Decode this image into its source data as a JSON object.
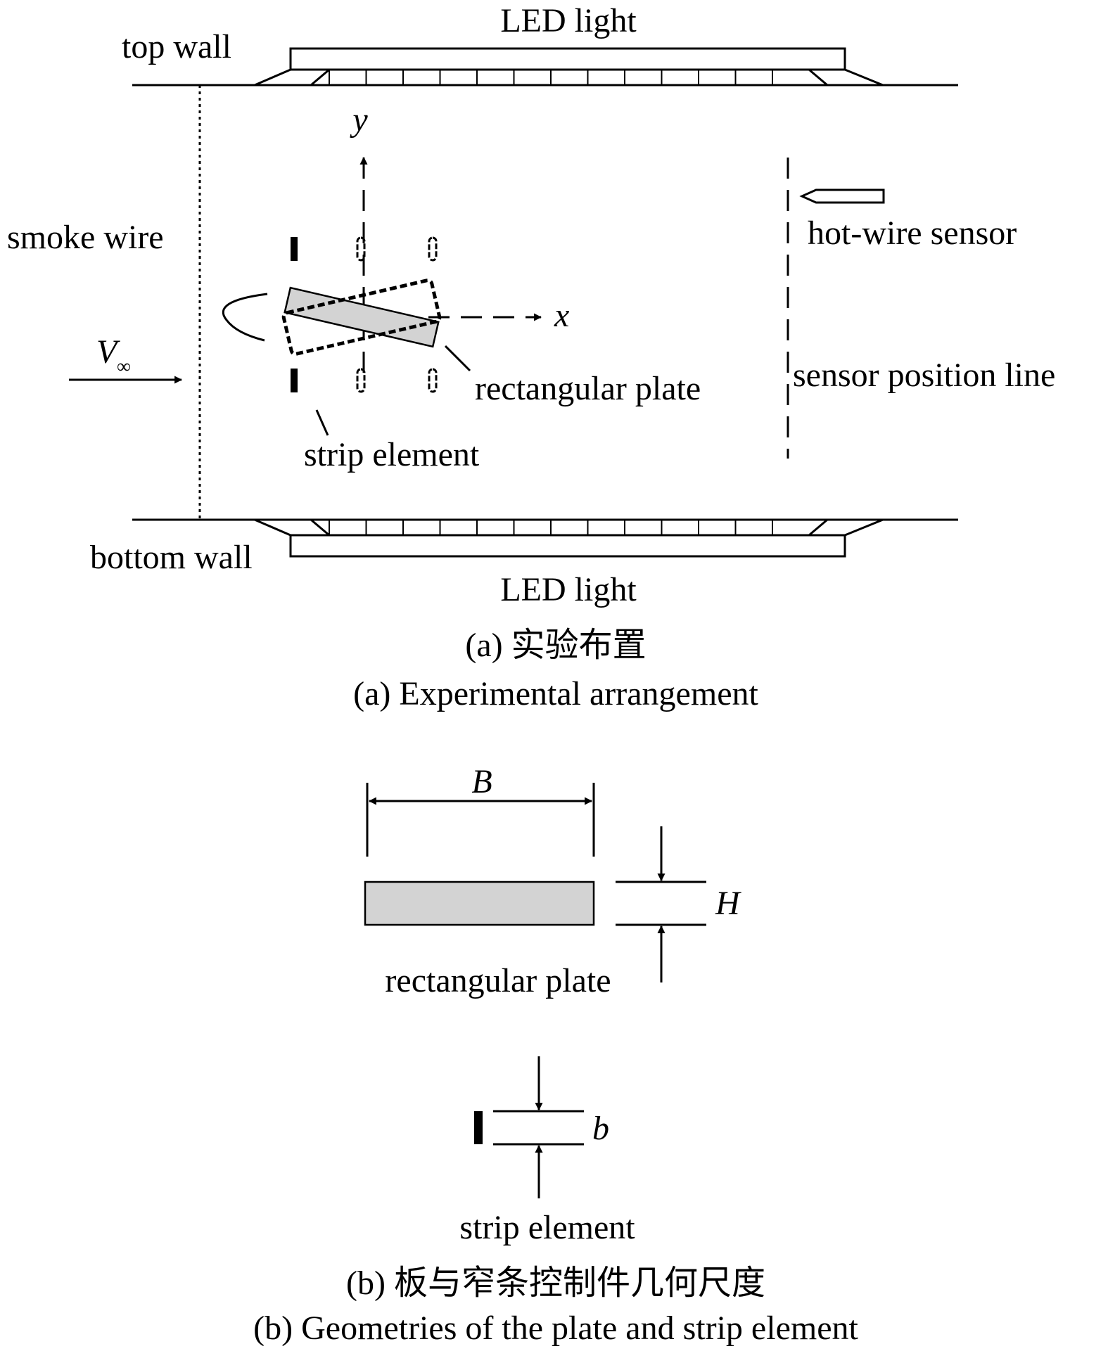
{
  "part_a": {
    "labels": {
      "top_wall": "top wall",
      "bottom_wall": "bottom wall",
      "led_light_top": "LED light",
      "led_light_bottom": "LED light",
      "smoke_wire": "smoke wire",
      "v_inf_main": "V",
      "v_inf_sub": "∞",
      "axis_x": "x",
      "axis_y": "y",
      "hot_wire_sensor": "hot-wire sensor",
      "sensor_position_line": "sensor position line",
      "rectangular_plate": "rectangular plate",
      "strip_element": "strip element"
    },
    "caption_cn": "(a) 实验布置",
    "caption_en": "(a) Experimental arrangement"
  },
  "part_b": {
    "labels": {
      "dim_B": "B",
      "dim_H": "H",
      "dim_b": "b",
      "rectangular_plate": "rectangular plate",
      "strip_element": "strip element"
    },
    "caption_cn": "(b) 板与窄条控制件几何尺度",
    "caption_en": "(b) Geometries of the plate and strip element"
  },
  "colors": {
    "plate_fill": "#d3d3d3",
    "line": "#000000",
    "background": "#ffffff"
  }
}
